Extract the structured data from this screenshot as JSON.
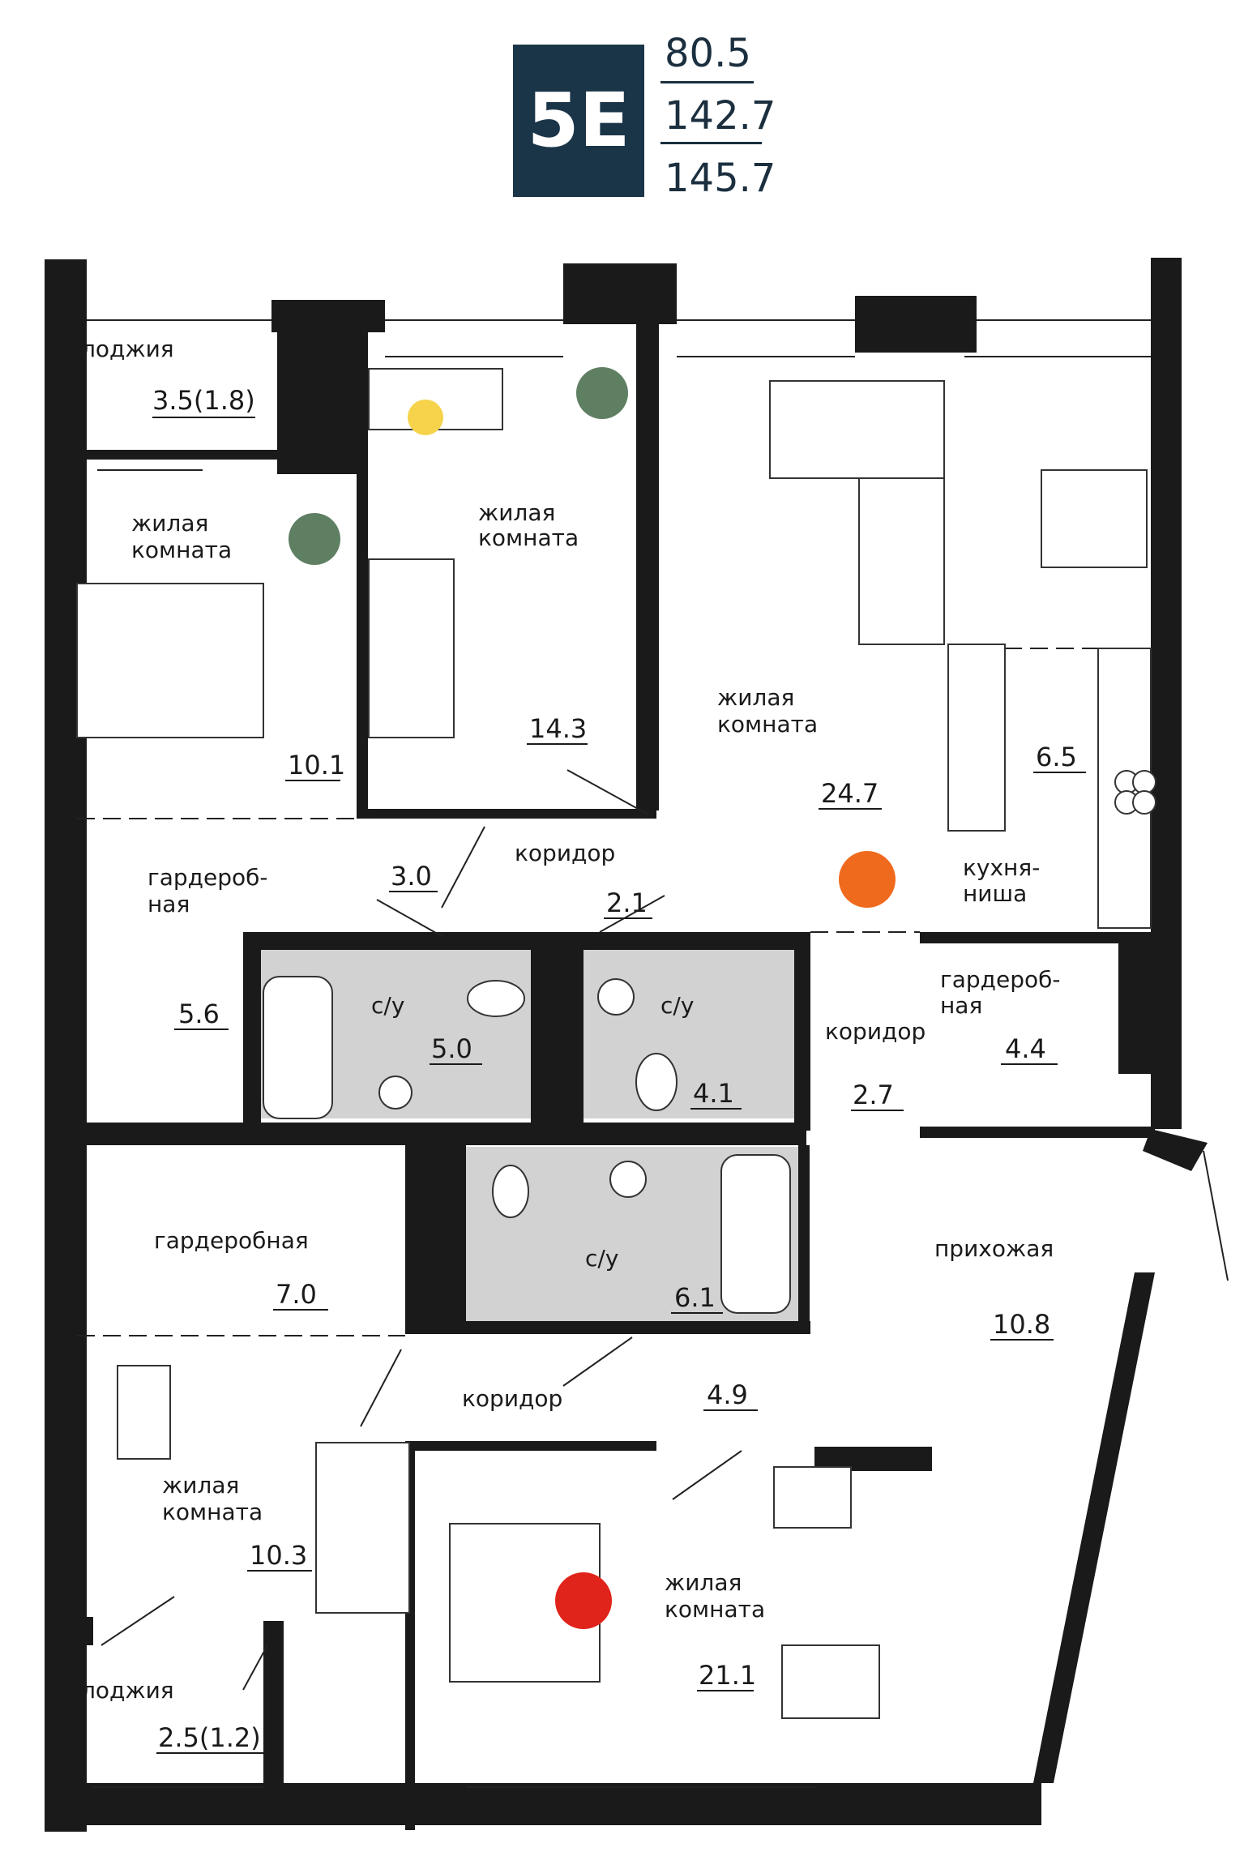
{
  "unit": {
    "code": "5E",
    "living_area": "80.5",
    "total_area": "142.7",
    "total_area_with_balconies": "145.7",
    "badge_color": "#1b3548"
  },
  "rooms": [
    {
      "id": "loggia-top",
      "name": "лоджия",
      "area": "3.5(1.8)"
    },
    {
      "id": "bedroom-1",
      "name1": "жилая",
      "name2": "комната",
      "area": "10.1"
    },
    {
      "id": "bedroom-2",
      "name1": "жилая",
      "name2": "комната",
      "area": "14.3"
    },
    {
      "id": "living-room",
      "name1": "жилая",
      "name2": "комната",
      "area": "24.7"
    },
    {
      "id": "kitchen",
      "name1": "кухня-",
      "name2": "ниша",
      "area": "6.5"
    },
    {
      "id": "wardrobe-1",
      "name1": "гардероб-",
      "name2": "ная",
      "area": "5.6"
    },
    {
      "id": "corridor-1",
      "area": "3.0"
    },
    {
      "id": "corridor-2",
      "name": "коридор",
      "area": "2.1"
    },
    {
      "id": "bath-1",
      "name": "с/у",
      "area": "5.0"
    },
    {
      "id": "bath-2",
      "name": "с/у",
      "area": "4.1"
    },
    {
      "id": "corridor-3",
      "name": "коридор",
      "area": "2.7"
    },
    {
      "id": "wardrobe-2",
      "name1": "гардероб-",
      "name2": "ная",
      "area": "4.4"
    },
    {
      "id": "wardrobe-3",
      "name": "гардеробная",
      "area": "7.0"
    },
    {
      "id": "bath-3",
      "name": "с/у",
      "area": "6.1"
    },
    {
      "id": "hallway",
      "name": "прихожая",
      "area": "10.8"
    },
    {
      "id": "corridor-4",
      "name": "коридор",
      "area": "4.9"
    },
    {
      "id": "bedroom-3",
      "name1": "жилая",
      "name2": "комната",
      "area": "10.3"
    },
    {
      "id": "bedroom-4",
      "name1": "жилая",
      "name2": "комната",
      "area": "21.1"
    },
    {
      "id": "loggia-bottom",
      "name": "лоджия",
      "area": "2.5(1.2)"
    }
  ],
  "colors": {
    "wall": "#1a1a1a",
    "wet_zone": "#d2d2d2",
    "accent_orange": "#f06a1e",
    "accent_red": "#e0241b",
    "plant": "#5f7f63"
  }
}
